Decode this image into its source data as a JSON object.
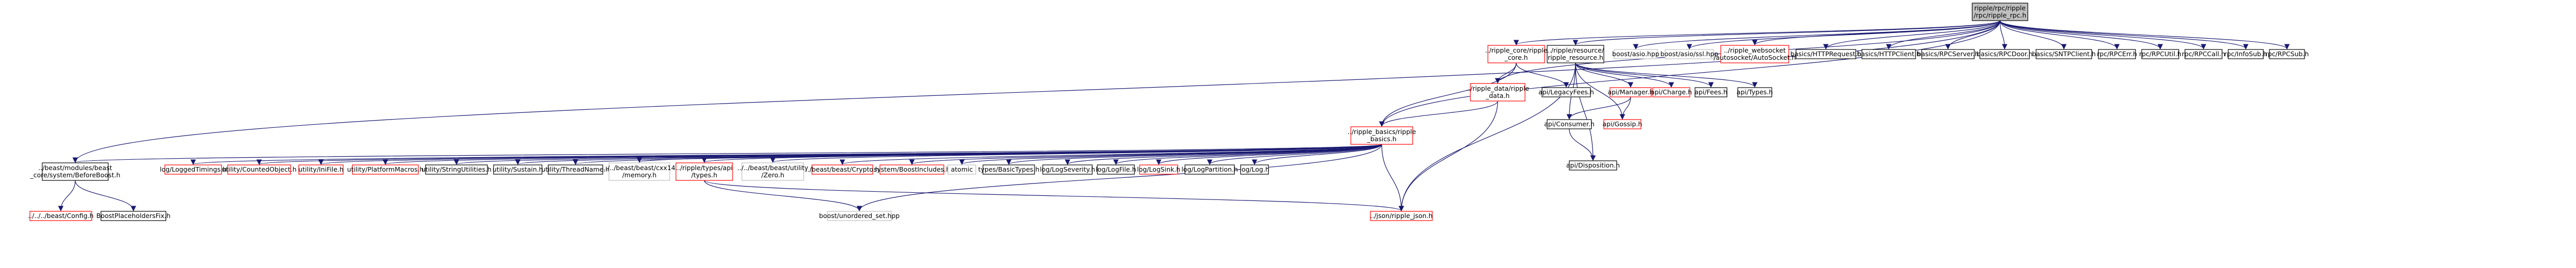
{
  "diagram": {
    "type": "include-dependency-graph",
    "colors": {
      "root_fill": "#bfbfbf",
      "node_fill": "#ffffff",
      "node_border": "#000000",
      "undocumented_border": "#ff0000",
      "external_border": "#bfbfbf",
      "edge": "#191970",
      "edge_alt": "#333333"
    },
    "nodes": [
      {
        "id": "root",
        "lines": [
          "ripple/rpc/ripple",
          "/rpc/ripple_rpc.h"
        ],
        "style": "root"
      },
      {
        "id": "ripple_core",
        "lines": [
          "../ripple_core/ripple",
          "_core.h"
        ],
        "style": "red"
      },
      {
        "id": "ripple_resource",
        "lines": [
          "../ripple/resource/",
          "ripple_resource.h"
        ],
        "style": "black"
      },
      {
        "id": "beast_asio",
        "lines": [
          "boost/asio.hpp"
        ],
        "style": "gray"
      },
      {
        "id": "asio_ssl",
        "lines": [
          "boost/asio/ssl.hpp"
        ],
        "style": "gray"
      },
      {
        "id": "autosocket",
        "lines": [
          "../ripple_websocket",
          "/autosocket/AutoSocket.h"
        ],
        "style": "red"
      },
      {
        "id": "httprequest",
        "lines": [
          "basics/HTTPRequest.h"
        ],
        "style": "black"
      },
      {
        "id": "httpclient",
        "lines": [
          "basics/HTTPClient.h"
        ],
        "style": "black"
      },
      {
        "id": "rpcserver",
        "lines": [
          "basics/RPCServer.h"
        ],
        "style": "black"
      },
      {
        "id": "rpcdoor",
        "lines": [
          "basics/RPCDoor.h"
        ],
        "style": "black"
      },
      {
        "id": "sntpclient",
        "lines": [
          "basics/SNTPClient.h"
        ],
        "style": "black"
      },
      {
        "id": "rpcerr",
        "lines": [
          "rpc/RPCErr.h"
        ],
        "style": "black"
      },
      {
        "id": "rpcutil",
        "lines": [
          "rpc/RPCUtil.h"
        ],
        "style": "black"
      },
      {
        "id": "rpccall",
        "lines": [
          "rpc/RPCCall.h"
        ],
        "style": "black"
      },
      {
        "id": "infosub",
        "lines": [
          "rpc/InfoSub.h"
        ],
        "style": "black"
      },
      {
        "id": "rpcsub",
        "lines": [
          "rpc/RPCSub.h"
        ],
        "style": "black"
      },
      {
        "id": "ripple_data",
        "lines": [
          "../ripple_data/ripple",
          "_data.h"
        ],
        "style": "red"
      },
      {
        "id": "legacyfees",
        "lines": [
          "api/LegacyFees.h"
        ],
        "style": "black"
      },
      {
        "id": "manager",
        "lines": [
          "api/Manager.h"
        ],
        "style": "red"
      },
      {
        "id": "charge",
        "lines": [
          "api/Charge.h"
        ],
        "style": "red"
      },
      {
        "id": "fees",
        "lines": [
          "api/Fees.h"
        ],
        "style": "black"
      },
      {
        "id": "types",
        "lines": [
          "api/Types.h"
        ],
        "style": "black"
      },
      {
        "id": "consumer",
        "lines": [
          "api/Consumer.h"
        ],
        "style": "black"
      },
      {
        "id": "gossip",
        "lines": [
          "api/Gossip.h"
        ],
        "style": "red"
      },
      {
        "id": "disposition",
        "lines": [
          "api/Disposition.h"
        ],
        "style": "black"
      },
      {
        "id": "ripple_basics",
        "lines": [
          "../ripple_basics/ripple",
          "_basics.h"
        ],
        "style": "red"
      },
      {
        "id": "beast_extras",
        "lines": [
          "../beast/modules/beast",
          "_core/system/BeforeBoost.h"
        ],
        "style": "black"
      },
      {
        "id": "loggedtimings",
        "lines": [
          "log/LoggedTimings.h"
        ],
        "style": "red"
      },
      {
        "id": "countedobject",
        "lines": [
          "utility/CountedObject.h"
        ],
        "style": "red"
      },
      {
        "id": "inifile",
        "lines": [
          "utility/IniFile.h"
        ],
        "style": "red"
      },
      {
        "id": "platformmacros",
        "lines": [
          "utility/PlatformMacros.h"
        ],
        "style": "red"
      },
      {
        "id": "stringutilities",
        "lines": [
          "utility/StringUtilities.h"
        ],
        "style": "black"
      },
      {
        "id": "sustain",
        "lines": [
          "utility/Sustain.h"
        ],
        "style": "black"
      },
      {
        "id": "threadname",
        "lines": [
          "utility/ThreadName.h"
        ],
        "style": "black"
      },
      {
        "id": "cxx14_memory",
        "lines": [
          "../../beast/beast/cxx14",
          "/memory.h"
        ],
        "style": "gray"
      },
      {
        "id": "ripple_types",
        "lines": [
          "../ripple/types/api",
          "/types.h"
        ],
        "style": "red"
      },
      {
        "id": "zero",
        "lines": [
          "../../beast/beast/utility",
          "/Zero.h"
        ],
        "style": "gray"
      },
      {
        "id": "crypto",
        "lines": [
          "../beast/beast/Crypto.h"
        ],
        "style": "red"
      },
      {
        "id": "boostincludes",
        "lines": [
          "system/BoostIncludes.h"
        ],
        "style": "red"
      },
      {
        "id": "atomic",
        "lines": [
          "atomic"
        ],
        "style": "gray"
      },
      {
        "id": "basictypes",
        "lines": [
          "types/BasicTypes.h"
        ],
        "style": "black"
      },
      {
        "id": "logseverity",
        "lines": [
          "log/LogSeverity.h"
        ],
        "style": "black"
      },
      {
        "id": "logfile",
        "lines": [
          "log/LogFile.h"
        ],
        "style": "black"
      },
      {
        "id": "logsink",
        "lines": [
          "log/LogSink.h"
        ],
        "style": "red"
      },
      {
        "id": "logpartition",
        "lines": [
          "log/LogPartition.h"
        ],
        "style": "black"
      },
      {
        "id": "log",
        "lines": [
          "log/Log.h"
        ],
        "style": "black"
      },
      {
        "id": "config",
        "lines": [
          "../../../beast/Config.h"
        ],
        "style": "red"
      },
      {
        "id": "placeholders",
        "lines": [
          "BoostPlaceholdersFix.h"
        ],
        "style": "black"
      },
      {
        "id": "unordered_set",
        "lines": [
          "boost/unordered_set.hpp"
        ],
        "style": "gray"
      },
      {
        "id": "ripple_json",
        "lines": [
          "../json/ripple_json.h"
        ],
        "style": "red"
      }
    ]
  }
}
